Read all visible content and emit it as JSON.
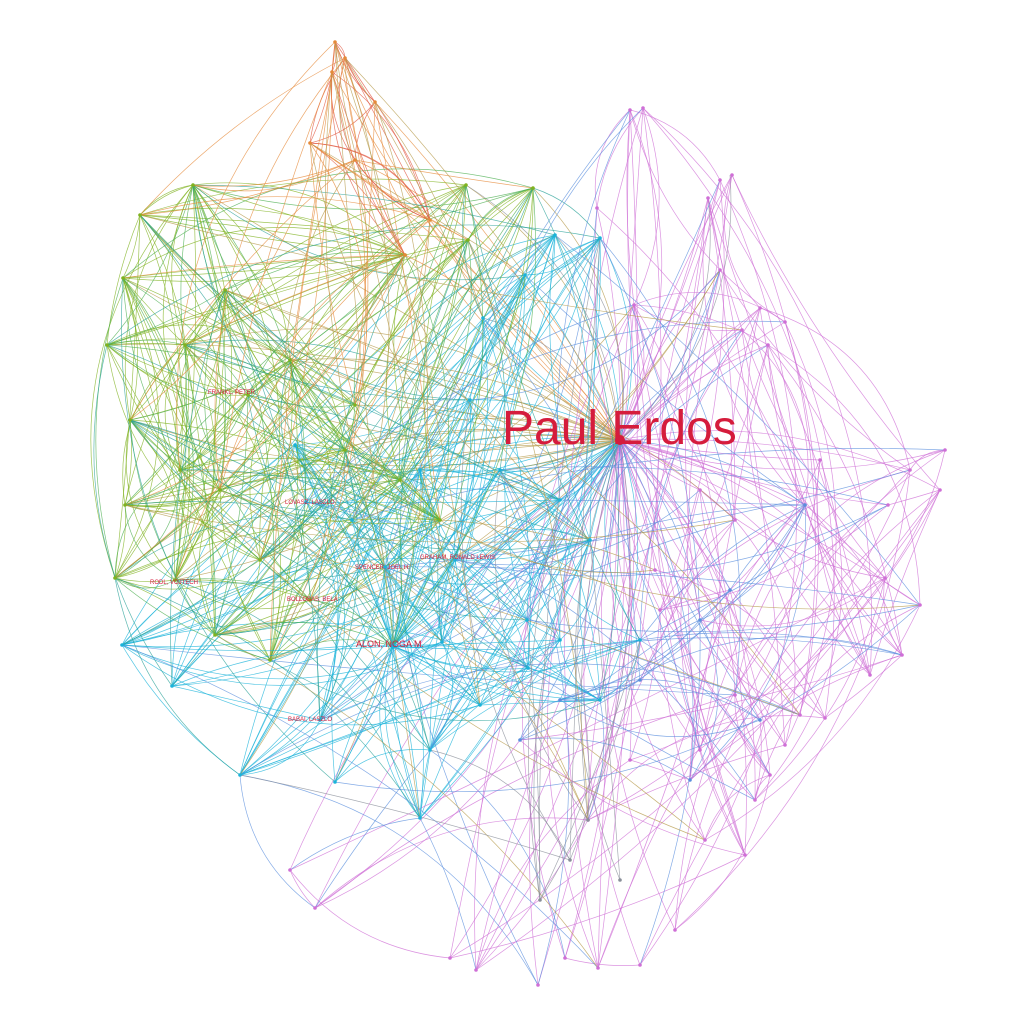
{
  "graph": {
    "hub_label": "Paul Erdos",
    "labels": {
      "alon": "ALON, NOGA M.",
      "graham": "GRAHAM, RONALD LEWIS",
      "bollobas": "BOLLOBAS, BELA",
      "rodl": "RODL, VOJTECH",
      "babai": "BABAI, LASZLO",
      "frankl": "FRANKL, PETER",
      "lovasz": "LOVASZ, LASZLO",
      "spencer": "SPENCER, JOEL H."
    },
    "palette": {
      "hub": "#d51c3c",
      "magenta": "#cf6fd6",
      "cyan": "#1bb3d9",
      "blue": "#5b8fdd",
      "olive": "#7fb21f",
      "green": "#4caf50",
      "orange": "#e58a3a",
      "red": "#e0553f",
      "khaki": "#b59a4a",
      "gray": "#8a8f99",
      "teal": "#2aa198"
    }
  }
}
